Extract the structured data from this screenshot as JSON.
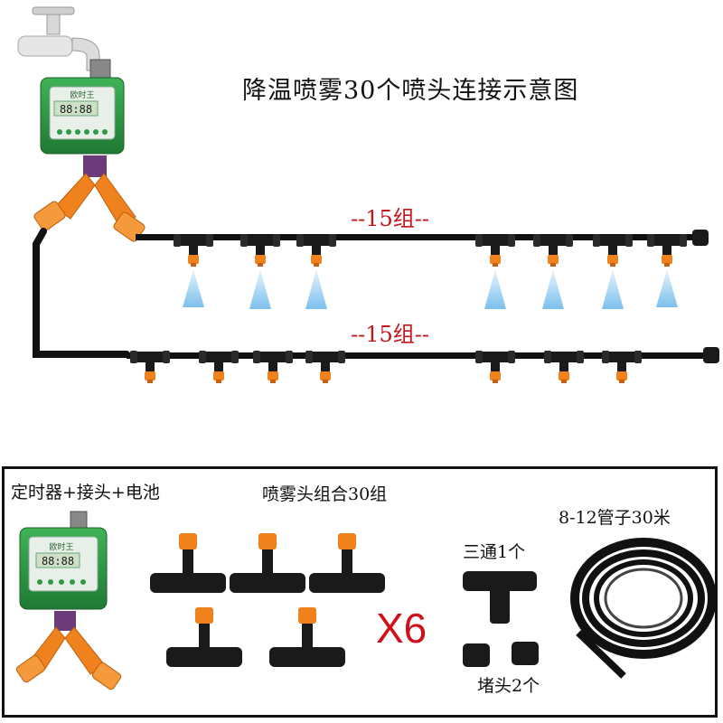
{
  "diagram": {
    "title": "降温喷雾30个喷头连接示意图",
    "upper_group_label": "--15组--",
    "lower_group_label": "--15组--",
    "timer_brand": "欧时王",
    "timer_display": "88:88"
  },
  "package": {
    "timer_caption": "定时器+接头+电池",
    "nozzle_caption": "喷雾头组合30组",
    "multiplier": "X6",
    "tee_caption": "三通1个",
    "plug_caption": "堵头2个",
    "hose_caption": "8-12管子30米"
  },
  "colors": {
    "timer_green": "#2f9b45",
    "connector_orange": "#f0821e",
    "pipe_black": "#111111",
    "label_red": "#c4151c",
    "mist_blue": "#9fd2f2"
  }
}
